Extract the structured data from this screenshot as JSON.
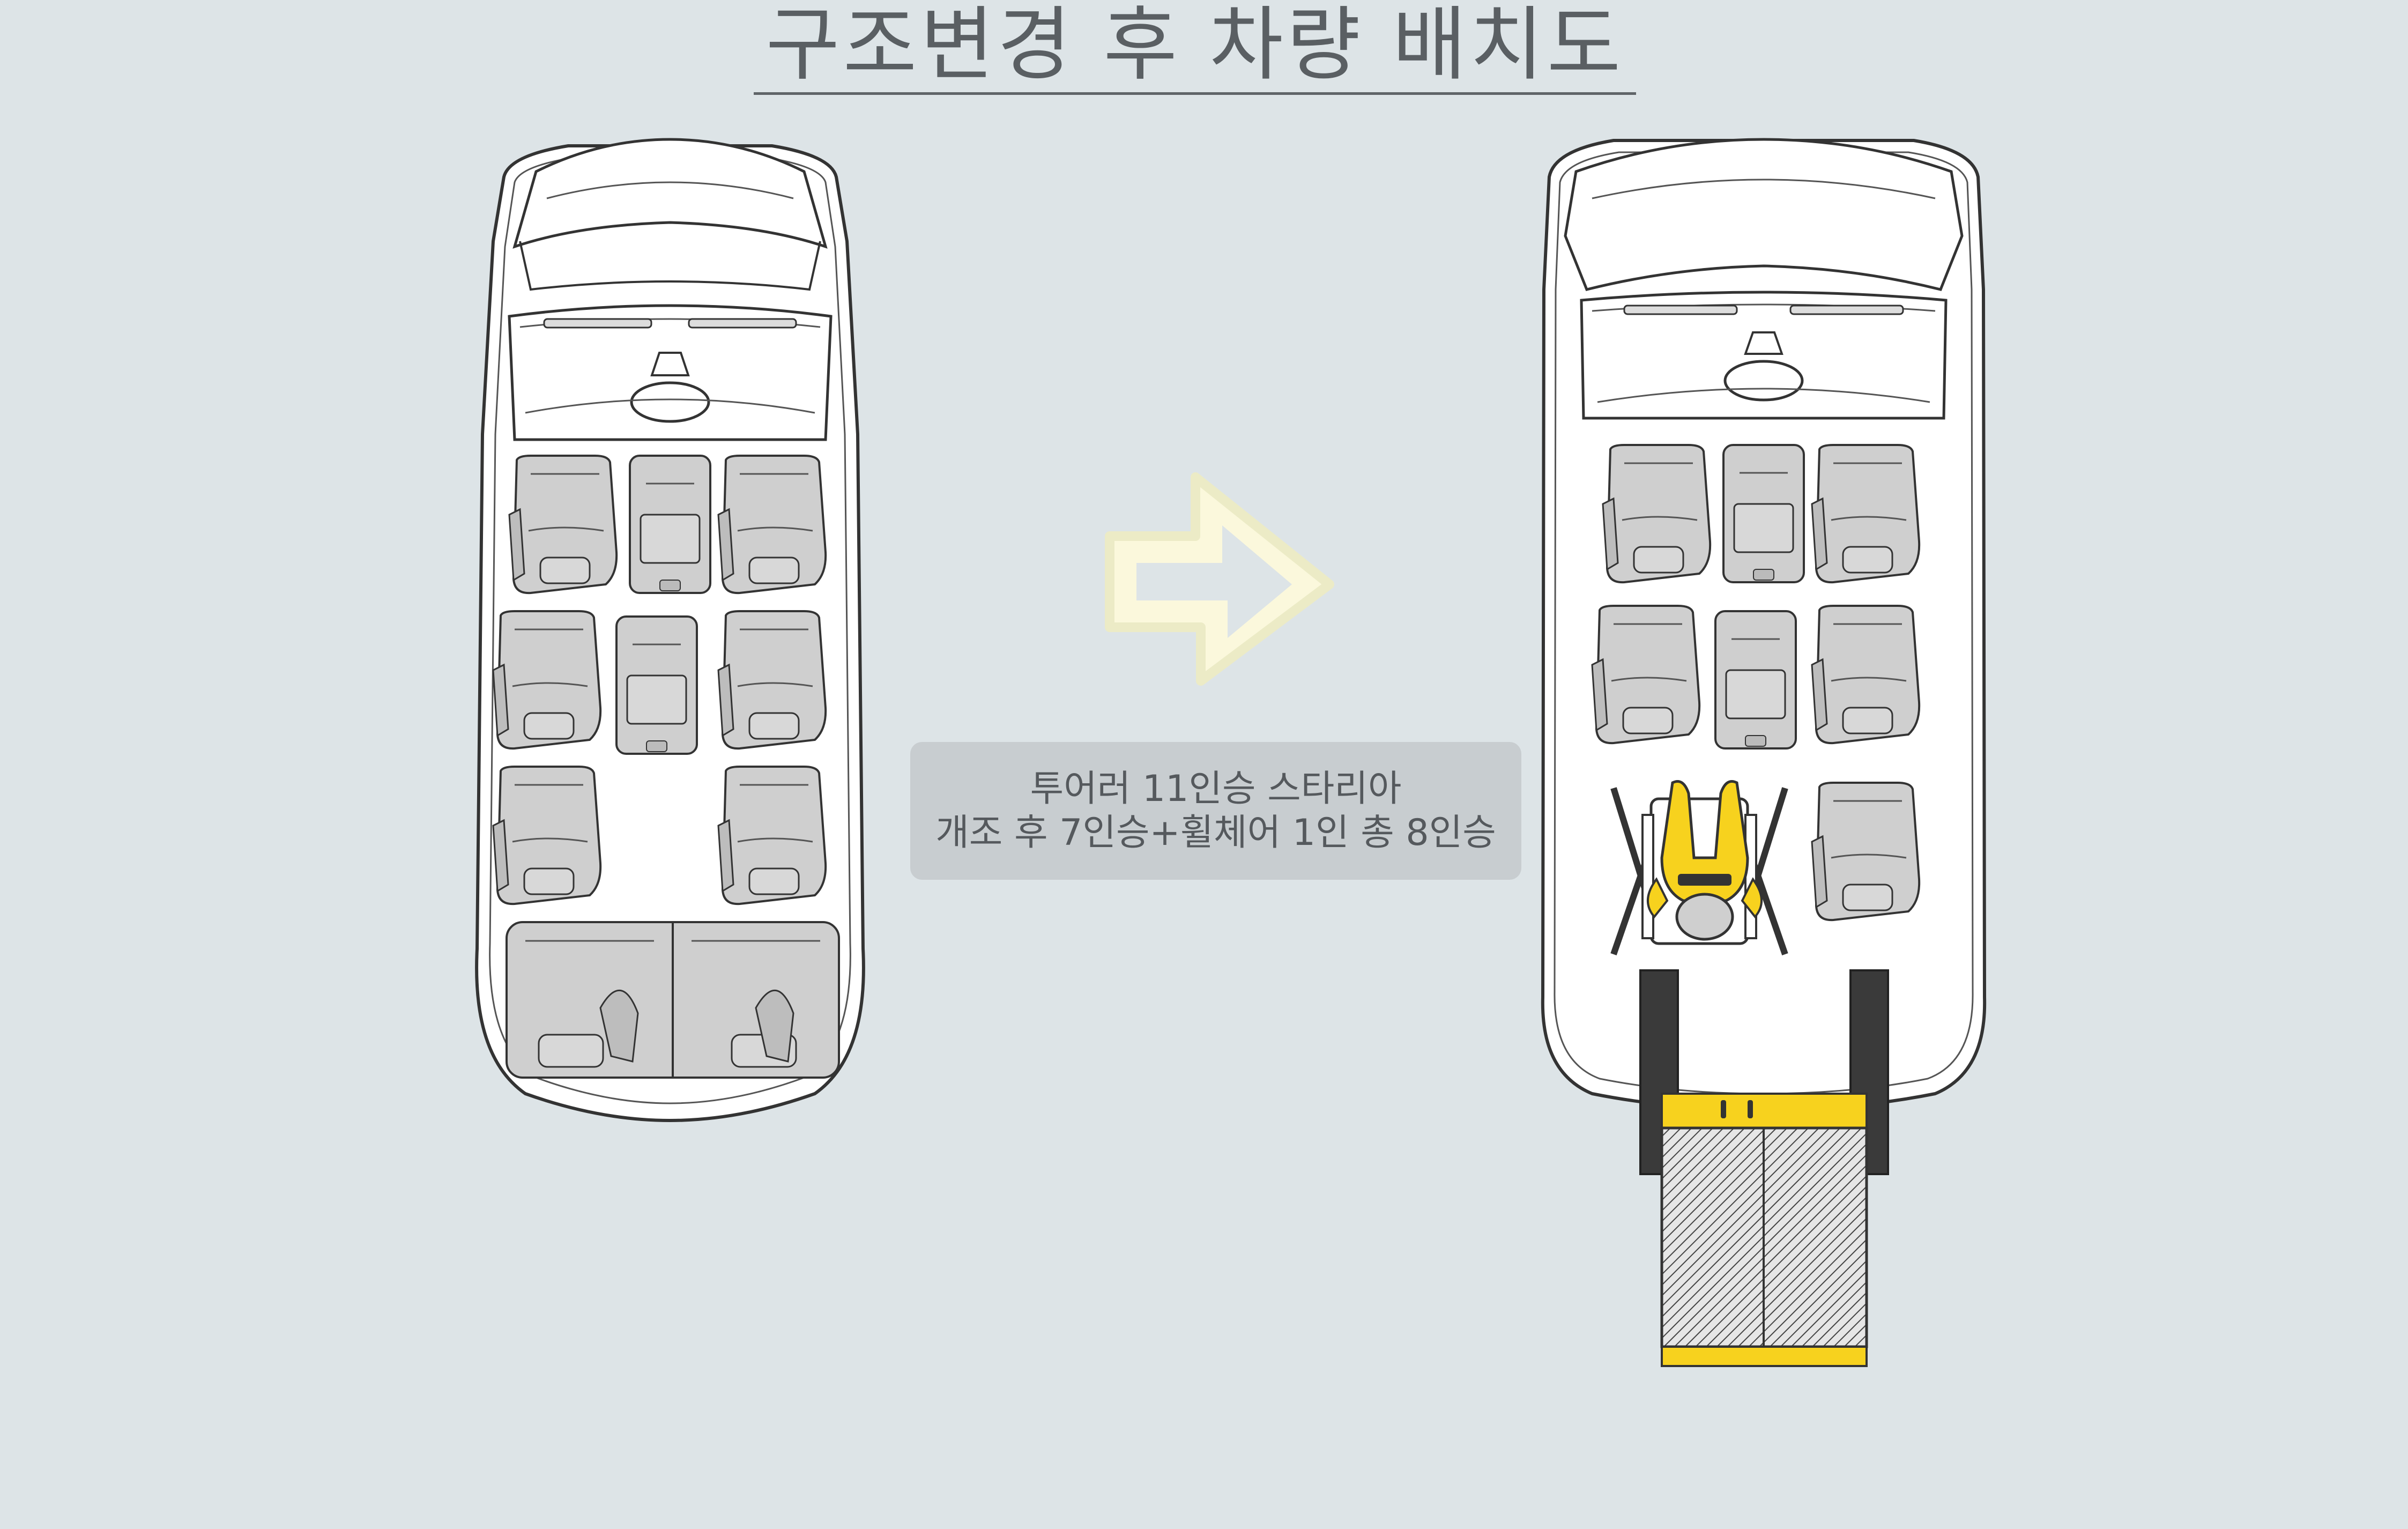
{
  "title": "구조변경 후 차량 배치도",
  "caption": {
    "line1": "투어러 11인승 스타리아",
    "line2": "개조 후 7인승+휠체어 1인 총 8인승"
  },
  "colors": {
    "background": "#dde4e7",
    "seat_fill": "#cfcfcf",
    "outline": "#3a3a3a",
    "accent_yellow": "#f7d21e",
    "arrow_fill": "#fbf8dc",
    "caption_bg": "#c8cdd0"
  }
}
